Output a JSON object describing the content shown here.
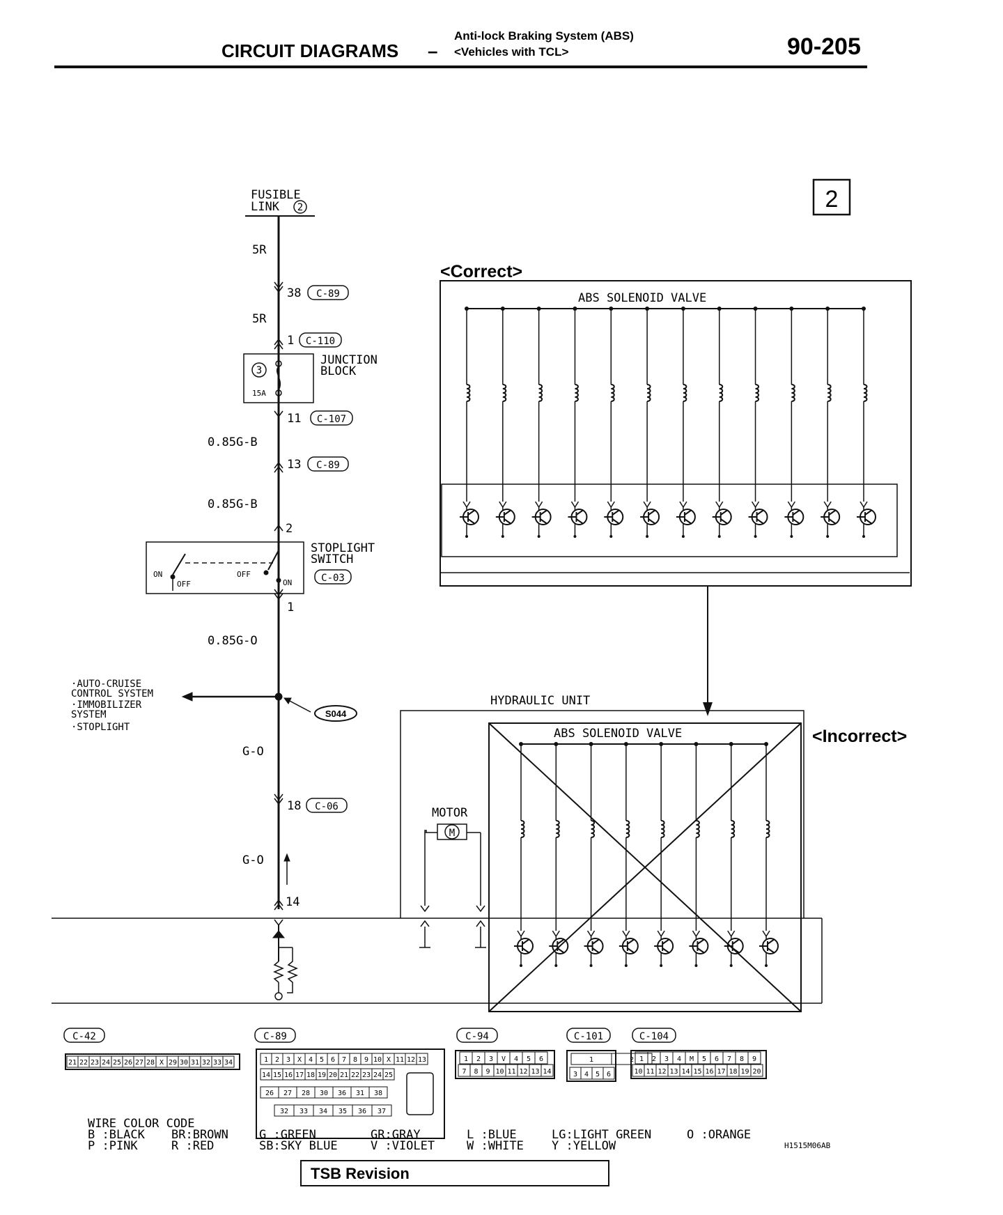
{
  "header": {
    "title": "CIRCUIT DIAGRAMS",
    "dash": "–",
    "subtitle_line1": "Anti-lock Braking System (ABS)",
    "subtitle_line2": "<Vehicles with TCL>",
    "page_number": "90-205"
  },
  "sheet_number": "2",
  "left_circuit": {
    "fusible_link_line1": "FUSIBLE",
    "fusible_link_line2": "LINK",
    "fusible_link_num": "2",
    "wire_5r_a": "5R",
    "pin_38": "38",
    "conn_c89_a": "C-89",
    "wire_5r_b": "5R",
    "pin_1": "1",
    "conn_c110": "C-110",
    "junction_line1": "JUNCTION",
    "junction_line2": "BLOCK",
    "fuse_num": "3",
    "fuse_amp": "15A",
    "pin_11": "11",
    "conn_c107": "C-107",
    "wire_085gb_a": "0.85G-B",
    "pin_13": "13",
    "conn_c89_b": "C-89",
    "wire_085gb_b": "0.85G-B",
    "pin_2": "2",
    "stoplight_line1": "STOPLIGHT",
    "stoplight_line2": "SWITCH",
    "conn_c03": "C-03",
    "sw_on_left": "ON",
    "sw_off_left": "OFF",
    "sw_off_right": "OFF",
    "sw_on_right": "ON",
    "pin_1b": "1",
    "wire_085go": "0.85G-O",
    "branch_1": "·AUTO-CRUISE",
    "branch_2": " CONTROL SYSTEM",
    "branch_3": "·IMMOBILIZER",
    "branch_4": " SYSTEM",
    "branch_5": "·STOPLIGHT",
    "splice": "S044",
    "wire_go_a": "G-O",
    "pin_18": "18",
    "conn_c06": "C-06",
    "wire_go_b": "G-O",
    "pin_14": "14"
  },
  "correct_box": {
    "label": "<Correct>",
    "valve_title": "ABS SOLENOID VALVE",
    "coil_count": 12
  },
  "incorrect_box": {
    "label": "<Incorrect>",
    "hydraulic_title": "HYDRAULIC UNIT",
    "valve_title": "ABS SOLENOID VALVE",
    "motor_label": "MOTOR",
    "motor_symbol": "M",
    "coil_count": 8
  },
  "connectors": {
    "c42": {
      "name": "C-42",
      "pins": [
        "21",
        "22",
        "23",
        "24",
        "25",
        "26",
        "27",
        "28",
        "X",
        "29",
        "30",
        "31",
        "32",
        "33",
        "34"
      ]
    },
    "c89": {
      "name": "C-89",
      "row1": [
        "1",
        "2",
        "3",
        "X",
        "4",
        "5",
        "6",
        "7",
        "8",
        "9",
        "10",
        "X",
        "11",
        "12",
        "13"
      ],
      "row2": [
        "14",
        "15",
        "16",
        "17",
        "18",
        "19",
        "20",
        "21",
        "22",
        "23",
        "24",
        "25"
      ],
      "row3": [
        "26",
        "27",
        "28",
        "30",
        "36",
        "31",
        "38"
      ],
      "row4": [
        "32",
        "33",
        "34",
        "35",
        "36",
        "37"
      ]
    },
    "c94": {
      "name": "C-94",
      "row1": [
        "1",
        "2",
        "3",
        "V",
        "4",
        "5",
        "6"
      ],
      "row2": [
        "7",
        "8",
        "9",
        "10",
        "11",
        "12",
        "13",
        "14"
      ]
    },
    "c101": {
      "name": "C-101",
      "row1": [
        "1",
        "2"
      ],
      "row2": [
        "3",
        "4",
        "5",
        "6"
      ]
    },
    "c104": {
      "name": "C-104",
      "row1": [
        "1",
        "2",
        "3",
        "4",
        "M",
        "5",
        "6",
        "7",
        "8",
        "9"
      ],
      "row2": [
        "10",
        "11",
        "12",
        "13",
        "14",
        "15",
        "16",
        "17",
        "18",
        "19",
        "20"
      ]
    }
  },
  "wire_color_code": {
    "title": "WIRE COLOR CODE",
    "col1": [
      "B :BLACK",
      "P :PINK"
    ],
    "col2": [
      "BR:BROWN",
      "R :RED"
    ],
    "col3": [
      "G :GREEN",
      "SB:SKY BLUE"
    ],
    "col4": [
      "GR:GRAY",
      "V :VIOLET"
    ],
    "col5": [
      "L :BLUE",
      "W :WHITE"
    ],
    "col6": [
      "LG:LIGHT GREEN",
      "Y :YELLOW"
    ],
    "col7": [
      "O :ORANGE"
    ]
  },
  "figure_code": "H1515M06AB",
  "tsb": "TSB Revision"
}
